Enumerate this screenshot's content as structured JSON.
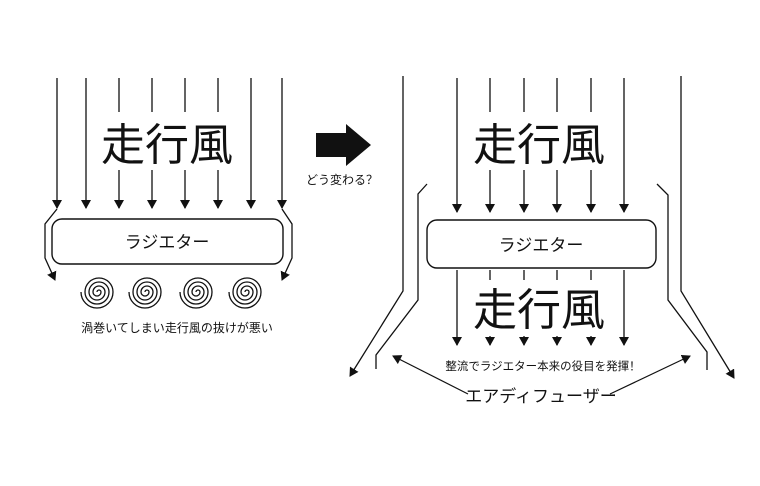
{
  "left": {
    "wind_label": "走行風",
    "radiator_label": "ラジエター",
    "problem_caption": "渦巻いてしまい走行風の抜けが悪い"
  },
  "transition": {
    "question": "どう変わる？"
  },
  "right": {
    "wind_label_top": "走行風",
    "radiator_label": "ラジエター",
    "wind_label_bottom": "走行風",
    "benefit_caption": "整流でラジエター本来の役目を発揮！",
    "diffuser_label": "エアディフューザー"
  }
}
